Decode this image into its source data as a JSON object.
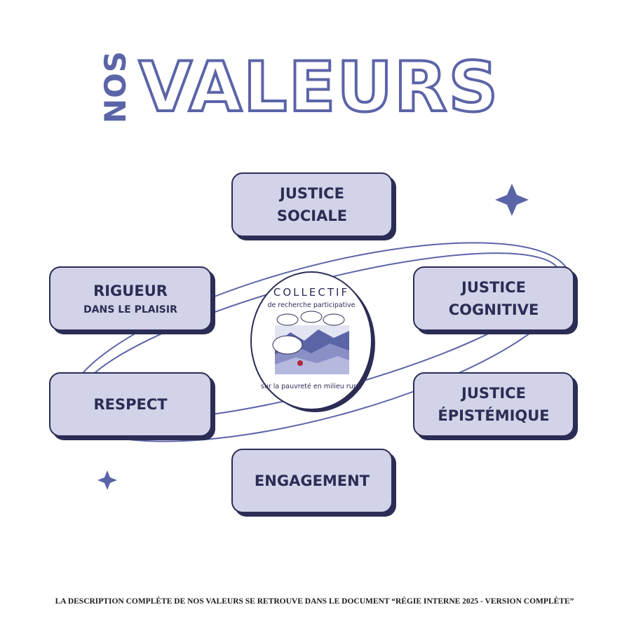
{
  "title": {
    "prefix": "NOS",
    "main": "VALEURS"
  },
  "values": [
    {
      "line1": "JUSTICE",
      "line2": "SOCIALE"
    },
    {
      "line1": "RIGUEUR",
      "line2": "DANS LE PLAISIR"
    },
    {
      "line1": "JUSTICE",
      "line2": "COGNITIVE"
    },
    {
      "line1": "RESPECT"
    },
    {
      "line1": "JUSTICE",
      "line2": "ÉPISTÉMIQUE"
    },
    {
      "line1": "ENGAGEMENT"
    }
  ],
  "logo": {
    "top_text": "COLLECTIF",
    "subtitle": "de recherche participative",
    "bottom_text": "sur la pauvreté en milieu rural"
  },
  "footer": "LA DESCRIPTION COMPLÈTE DE NOS VALEURS SE RETROUVE DANS LE DOCUMENT “RÉGIE INTERNE 2025 - VERSION COMPLÈTE”",
  "colors": {
    "accent": "#5c64a8",
    "card_fill": "#d2d3e8",
    "card_border": "#2b2d55",
    "text": "#2b2d55"
  }
}
